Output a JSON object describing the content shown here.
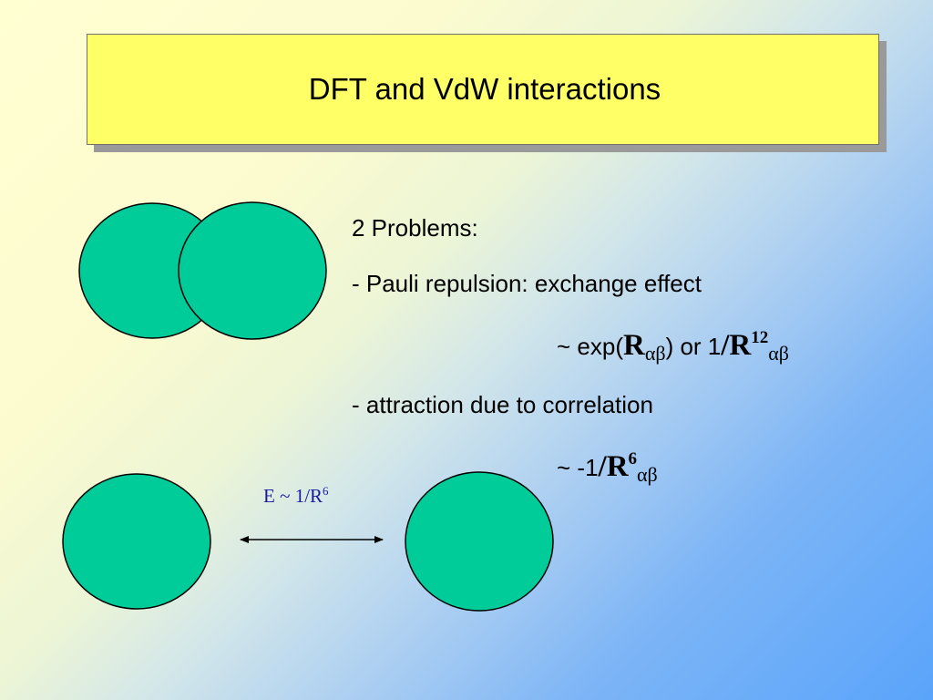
{
  "title": "DFT and VdW interactions",
  "problems": {
    "heading": "2 Problems:",
    "pauli": "- Pauli repulsion: exchange effect",
    "pauli_formula": {
      "prefix": "~  exp(",
      "R": "R",
      "sub": "αβ",
      "middle": ")  or  1",
      "slash_R": "/R",
      "exp": "12",
      "sub2": "αβ"
    },
    "attraction": "-  attraction due to correlation",
    "attraction_formula": {
      "prefix": "~  -1",
      "slash_R": "/R",
      "exp": "6",
      "sub": "αβ"
    }
  },
  "energy_label": {
    "text": "E ~ 1/R",
    "exp": "6"
  },
  "colors": {
    "atom_fill": "#00cc99",
    "title_box": "#ffff66",
    "energy_label": "#1a1aa0"
  }
}
